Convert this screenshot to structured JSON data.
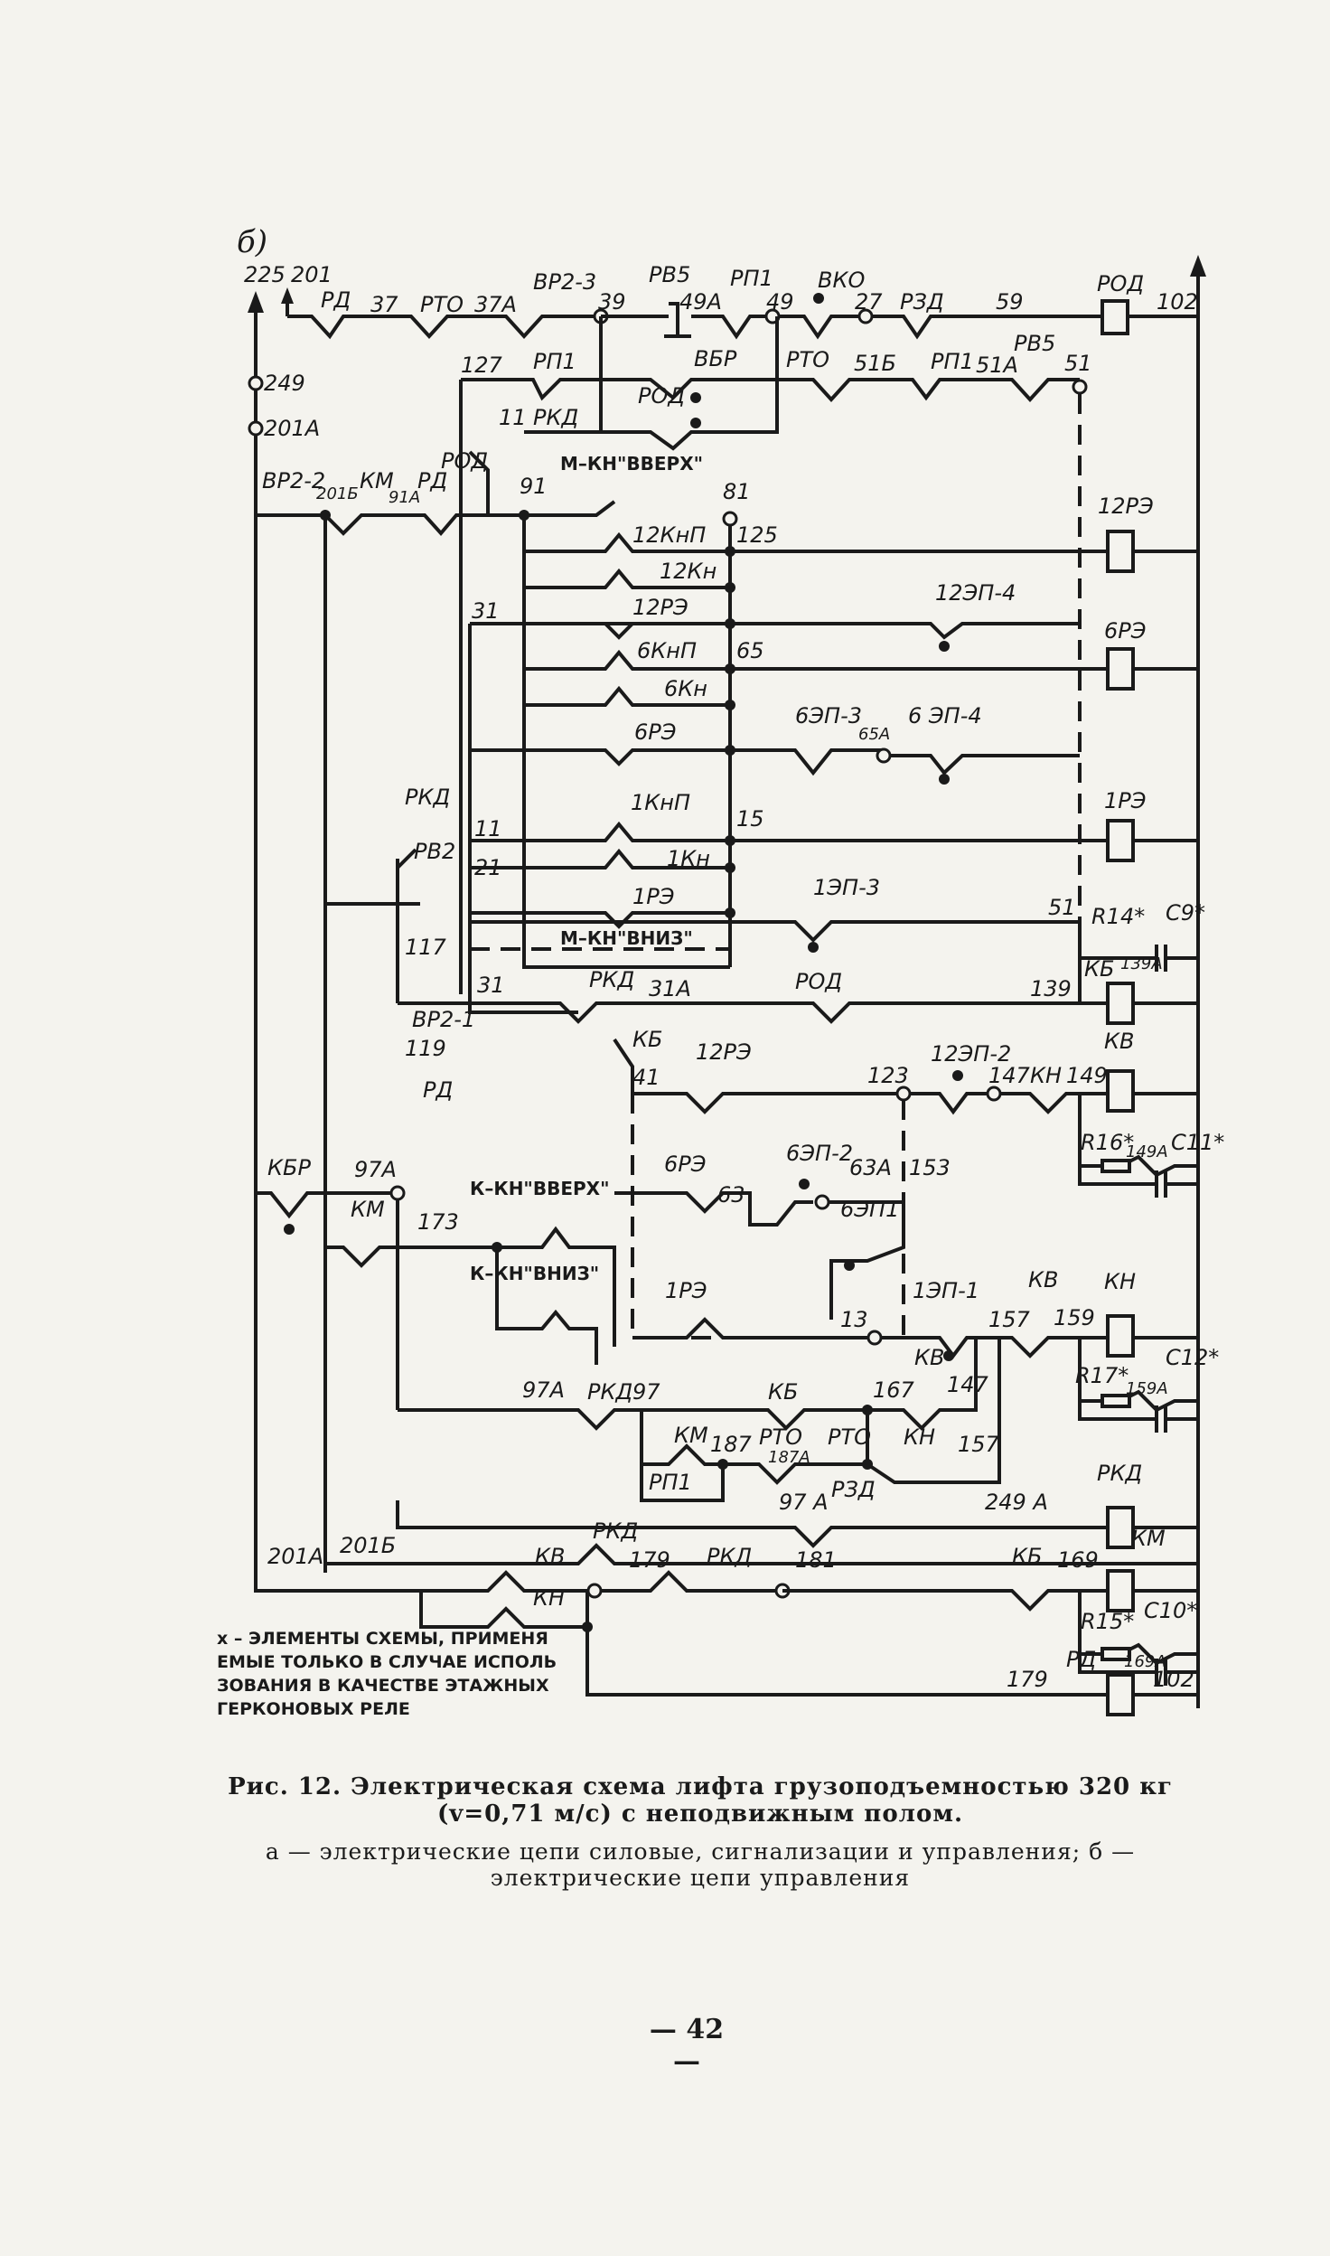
{
  "figure_label": "б)",
  "note": "х – ЭЛЕМЕНТЫ СХЕМЫ, ПРИМЕНЯ ЕМЫЕ ТОЛЬКО В СЛУЧАЕ ИСПОЛЬ ЗОВАНИЯ В КАЧЕСТВЕ ЭТАЖНЫХ ГЕРКОНОВЫХ РЕЛЕ",
  "caption": {
    "title": "Рис. 12. Электрическая схема лифта грузоподъемностью 320 кг (v=0,71 м/с) с неподвижным полом.",
    "subtitle": "а — электрические цепи силовые, сигнализации и управления; б — электрические цепи управления"
  },
  "page_number": "— 42 —",
  "labels": {
    "l225": "225",
    "l201": "201",
    "l249": "249",
    "l201A": "201А",
    "lVR22": "ВР2-2",
    "l201B": "201Б",
    "lKM": "КМ",
    "l91A": "91А",
    "lRD": "РД",
    "lRD2": "РД",
    "l37": "37",
    "lRTO": "РТО",
    "l37A": "37А",
    "lVR23": "ВР2-3",
    "l39": "39",
    "lRV5": "РВ5",
    "l49A": "49А",
    "lRP1": "РП1",
    "l49": "49",
    "lVKO": "ВКО",
    "l27": "27",
    "lRZD": "РЗД",
    "l59": "59",
    "lROD": "РОД",
    "l102": "102",
    "l127": "127",
    "lRP1b": "РП1",
    "lVBR": "ВБР",
    "lROD2": "РОД",
    "lRTO2": "РТО",
    "l51B": "51Б",
    "lRP1c": "РП1",
    "l51A": "51А",
    "lRV5b": "РВ5",
    "l51": "51",
    "l11": "11",
    "lRKD": "РКД",
    "lROD3": "РОД",
    "lMup": "М–КН\"ВВЕРХ\"",
    "l91": "91",
    "l81": "81",
    "l12KnP": "12КнП",
    "l125": "125",
    "l12Kn": "12Кн",
    "l12RE": "12РЭ",
    "l31": "31",
    "l12EP4": "12ЭП-4",
    "l6KnP": "6КнП",
    "l65": "65",
    "l6Kn": "6Кн",
    "l6RE": "6РЭ",
    "l6EP3": "6ЭП-3",
    "l65A": "65А",
    "l6EP4": "6 ЭП-4",
    "lRKD2": "РКД",
    "l11b": "11",
    "l1KnP": "1КнП",
    "l15": "15",
    "lRV2": "РВ2",
    "l21": "21",
    "l1Kn": "1Кн",
    "l1RE": "1РЭ",
    "l1EP3": "1ЭП-3",
    "l51b": "51",
    "l117": "117",
    "lMdown": "М–КН\"ВНИЗ\"",
    "l31b": "31",
    "lRKD3": "РКД",
    "l31A": "31А",
    "lROD4": "РОД",
    "l139": "139",
    "lKB": "КБ",
    "lVR21": "ВР2-1",
    "l119": "119",
    "lKB2": "КБ",
    "l41": "41",
    "l12RE2": "12РЭ",
    "l123": "123",
    "l12EP2": "12ЭП-2",
    "l147": "147",
    "lKN": "КН",
    "l149": "149",
    "lKV": "КВ",
    "lR16": "R16*",
    "l149A": "149А",
    "lC11": "С11*",
    "lKBR": "КБР",
    "l97A": "97А",
    "lKM2": "КМ",
    "l173": "173",
    "lKup": "К–КН\"ВВЕРХ\"",
    "l6RE2": "6РЭ",
    "l63": "63",
    "l6EP2": "6ЭП-2",
    "l63A": "63А",
    "l153": "153",
    "l6EP1": "6ЭП1",
    "lKdown": "К–КН\"ВНИЗ\"",
    "l1RE2": "1РЭ",
    "l13": "13",
    "l1EP1": "1ЭП-1",
    "l157": "157",
    "lKV2": "КВ",
    "l159": "159",
    "lKN2": "КН",
    "lR17": "R17*",
    "l159A": "159А",
    "lC12": "С12*",
    "l97A2": "97А",
    "lRKD4": "РКД",
    "l97": "97",
    "lKB3": "КБ",
    "l167": "167",
    "lKV3": "КВ",
    "l147b": "147",
    "lKM3": "КМ",
    "l187": "187",
    "lRTO3": "РТО",
    "l187A": "187А",
    "lRTO4": "РТО",
    "lKN3": "КН",
    "l157b": "157",
    "lRP1d": "РП1",
    "l97A3": "97 А",
    "lRZD2": "РЗД",
    "l249A": "249 А",
    "lRKD5": "РКД",
    "l201B2": "201Б",
    "lRKD6": "РКД",
    "lKM4": "КМ",
    "l201A2": "201А",
    "lKV4": "КВ",
    "l179": "179",
    "lRKD7": "РКД",
    "l181": "181",
    "lKB4": "КБ",
    "l169": "169",
    "lKN4": "КН",
    "lR15": "R15*",
    "lC10": "С10*",
    "l169A": "169А",
    "lRD3": "РД",
    "l179b": "179",
    "l102b": "102",
    "lR14": "R14*",
    "lC9": "С9*",
    "l139A": "139А",
    "l12REc": "12РЭ",
    "l6REc": "6РЭ",
    "l1REc": "1РЭ",
    "lKBc": "КБ",
    "lKVc": "КВ"
  }
}
